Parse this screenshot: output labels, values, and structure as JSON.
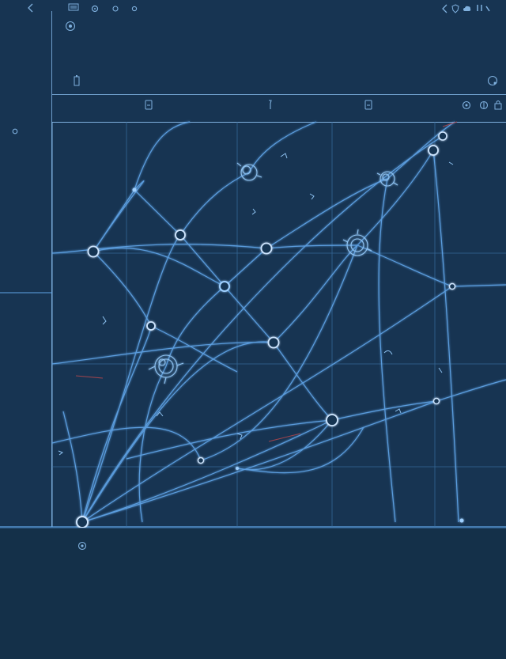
{
  "colors": {
    "background": "#173452",
    "panel": "#143049",
    "line": "#5fa3e6",
    "line_bright": "#9fd0ff",
    "node_fill": "#173452",
    "node_stroke": "#cfe6ff",
    "accent_red": "#c0484c"
  },
  "toolbar": {
    "icons": [
      "back-icon",
      "slides-icon",
      "layers-icon",
      "circle-icon",
      "circle-icon",
      "nav-back-icon",
      "shield-icon",
      "cloud-icon",
      "bars-icon"
    ]
  },
  "ruler": {
    "icons": [
      "target-icon",
      "battery-icon",
      "options-icon"
    ]
  },
  "secondary_bar": {
    "icons": [
      "file-icon",
      "pin-icon",
      "file-icon",
      "record-icon",
      "crosshair-icon",
      "lock-icon"
    ]
  },
  "canvas": {
    "description_icons": [
      "point-marker-icon",
      "anchor-node-icon"
    ]
  },
  "network": {
    "nodes": [
      {
        "id": "n1",
        "type": "open"
      },
      {
        "id": "n2",
        "type": "open"
      },
      {
        "id": "n3",
        "type": "hub"
      },
      {
        "id": "n4",
        "type": "open"
      },
      {
        "id": "n5",
        "type": "open"
      },
      {
        "id": "n6",
        "type": "hub"
      },
      {
        "id": "n7",
        "type": "hub"
      },
      {
        "id": "n8",
        "type": "open"
      },
      {
        "id": "n9",
        "type": "open"
      },
      {
        "id": "n10",
        "type": "open"
      },
      {
        "id": "n11",
        "type": "open"
      },
      {
        "id": "n12",
        "type": "small"
      },
      {
        "id": "n13",
        "type": "small"
      },
      {
        "id": "n14",
        "type": "small"
      },
      {
        "id": "n15",
        "type": "open"
      },
      {
        "id": "n16",
        "type": "hub"
      },
      {
        "id": "n17",
        "type": "open"
      }
    ]
  }
}
